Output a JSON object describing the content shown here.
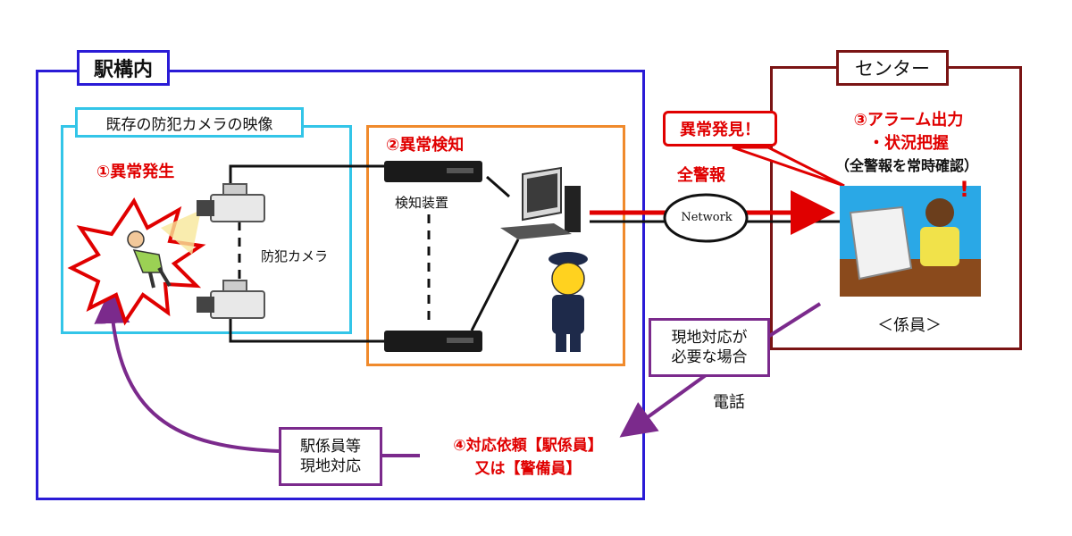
{
  "station": {
    "title": "駅構内"
  },
  "camera_area": {
    "title": "既存の防犯カメラの映像",
    "event_label": "①異常発生",
    "camera_label": "防犯カメラ"
  },
  "detection": {
    "title": "②異常検知",
    "device_label": "検知装置"
  },
  "network": {
    "label": "Network",
    "all_alert": "全警報"
  },
  "center": {
    "title": "センター",
    "anomaly_bubble": "異常発見！",
    "alarm_line1": "③アラーム出力",
    "alarm_line2": "・状況把握",
    "alarm_line3": "（全警報を常時確認）",
    "staff_label": "＜係員＞"
  },
  "field_note": {
    "line1": "現地対応が",
    "line2": "必要な場合"
  },
  "phone_label": "電話",
  "request": {
    "line1": "④対応依頼【駅係員】",
    "line2": "又は【警備員】"
  },
  "local_staff": {
    "line1": "駅係員等",
    "line2": "現地対応"
  },
  "colors": {
    "station": "#2a1bd6",
    "camera_area": "#33c5e8",
    "detection": "#f08a2c",
    "center": "#7a1414",
    "purple": "#7b2a8c",
    "alert_red": "#e00000"
  }
}
